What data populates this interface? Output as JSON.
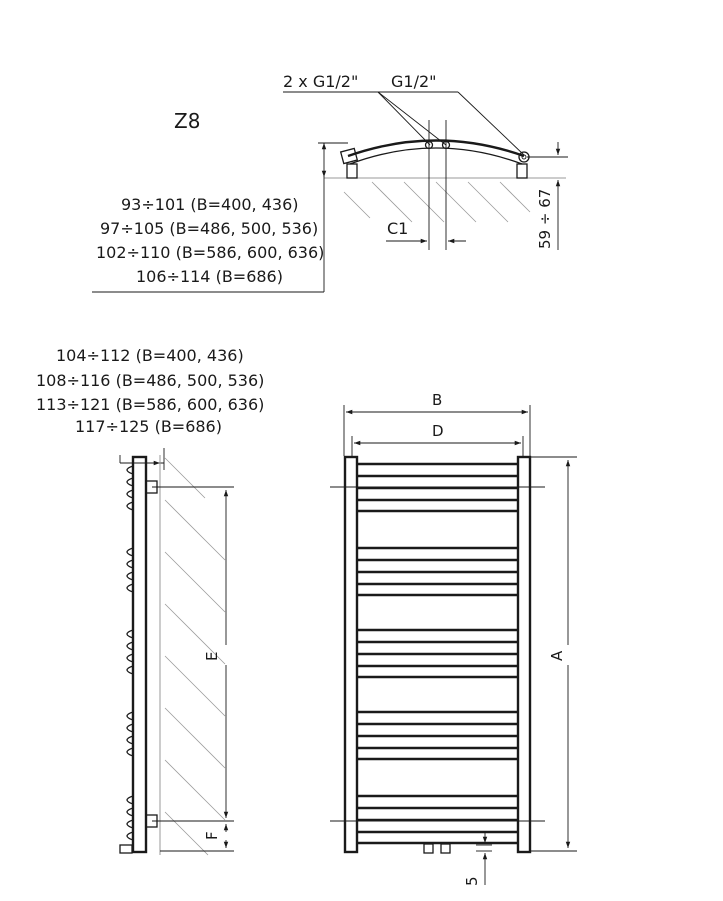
{
  "model": "Z8",
  "connections": {
    "left_label": "2 x G1/2\"",
    "right_label": "G1/2\""
  },
  "top_view": {
    "c1_label": "C1",
    "wall_distance_label": "59 ÷ 67",
    "depth_lines": [
      "93÷101 (B=400, 436)",
      "97÷105 (B=486, 500, 536)",
      "102÷110 (B=586, 600, 636)",
      "106÷114 (B=686)"
    ]
  },
  "side_view": {
    "depth_lines": [
      "104÷112 (B=400, 436)",
      "108÷116 (B=486, 500, 536)",
      "113÷121 (B=586, 600, 636)",
      "117÷125 (B=686)"
    ],
    "e_label": "E",
    "f_label": "F"
  },
  "front_view": {
    "b_label": "B",
    "d_label": "D",
    "a_label": "A",
    "bottom_label": "5"
  }
}
